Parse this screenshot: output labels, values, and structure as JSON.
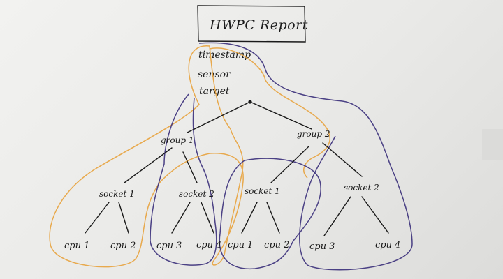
{
  "report": {
    "title": "HWPC Report",
    "root_fields": [
      "timestamp",
      "sensor",
      "target"
    ]
  },
  "groups": [
    {
      "label": "group 1",
      "sockets": [
        {
          "label": "socket 1",
          "cpus": [
            "cpu 1",
            "cpu 2"
          ]
        },
        {
          "label": "socket 2",
          "cpus": [
            "cpu 3",
            "cpu 4"
          ]
        }
      ]
    },
    {
      "label": "group 2",
      "sockets": [
        {
          "label": "socket 1",
          "cpus": [
            "cpu 1",
            "cpu 2"
          ]
        },
        {
          "label": "socket 2",
          "cpus": [
            "cpu 3",
            "cpu 4"
          ]
        }
      ]
    }
  ],
  "colors": {
    "ink": "#1a1a1a",
    "orange_marker": "#e8a23c",
    "blue_marker": "#3a2f7a"
  }
}
